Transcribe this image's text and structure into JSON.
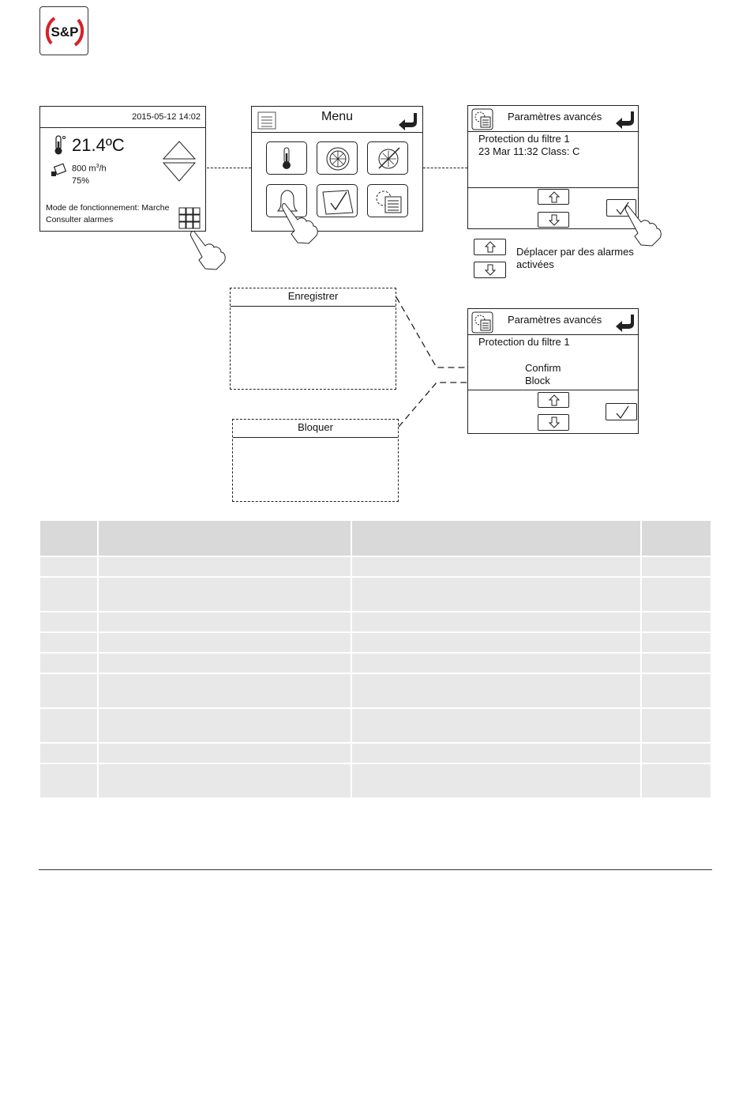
{
  "brand": {
    "logo_text": "S&P",
    "accent": "#d6222a"
  },
  "home_screen": {
    "datetime": "2015-05-12  14:02",
    "temperature": "21.4ºC",
    "airflow_value": "800 m",
    "airflow_sup": "3",
    "airflow_unit": "/h",
    "percentage": "75%",
    "mode": "Mode de fonctionnement:  Marche",
    "alarms_link": "Consulter alarmes"
  },
  "menu_screen": {
    "title": "Menu",
    "icons": [
      "thermometer-icon",
      "fan-icon",
      "fan-off-icon",
      "bell-icon",
      "checklist-icon",
      "settings-list-icon"
    ]
  },
  "alarm_screen": {
    "title": "Paramètres avancés",
    "line1": "Protection du filtre 1",
    "line2": "23 Mar 11:32   Class: C"
  },
  "legend": {
    "line1": "Déplacer par des alarmes",
    "line2": "activées"
  },
  "register_box": {
    "title": "Enregistrer"
  },
  "block_box": {
    "title": "Bloquer"
  },
  "confirm_screen": {
    "title": "Paramètres avancés",
    "line1": "Protection du filtre 1",
    "confirm": "Confirm",
    "block": "Block"
  },
  "table": {
    "rows": [
      "header",
      "r1",
      "r2",
      "r1",
      "r1",
      "r1",
      "r2",
      "r2",
      "r1",
      "r2"
    ]
  }
}
